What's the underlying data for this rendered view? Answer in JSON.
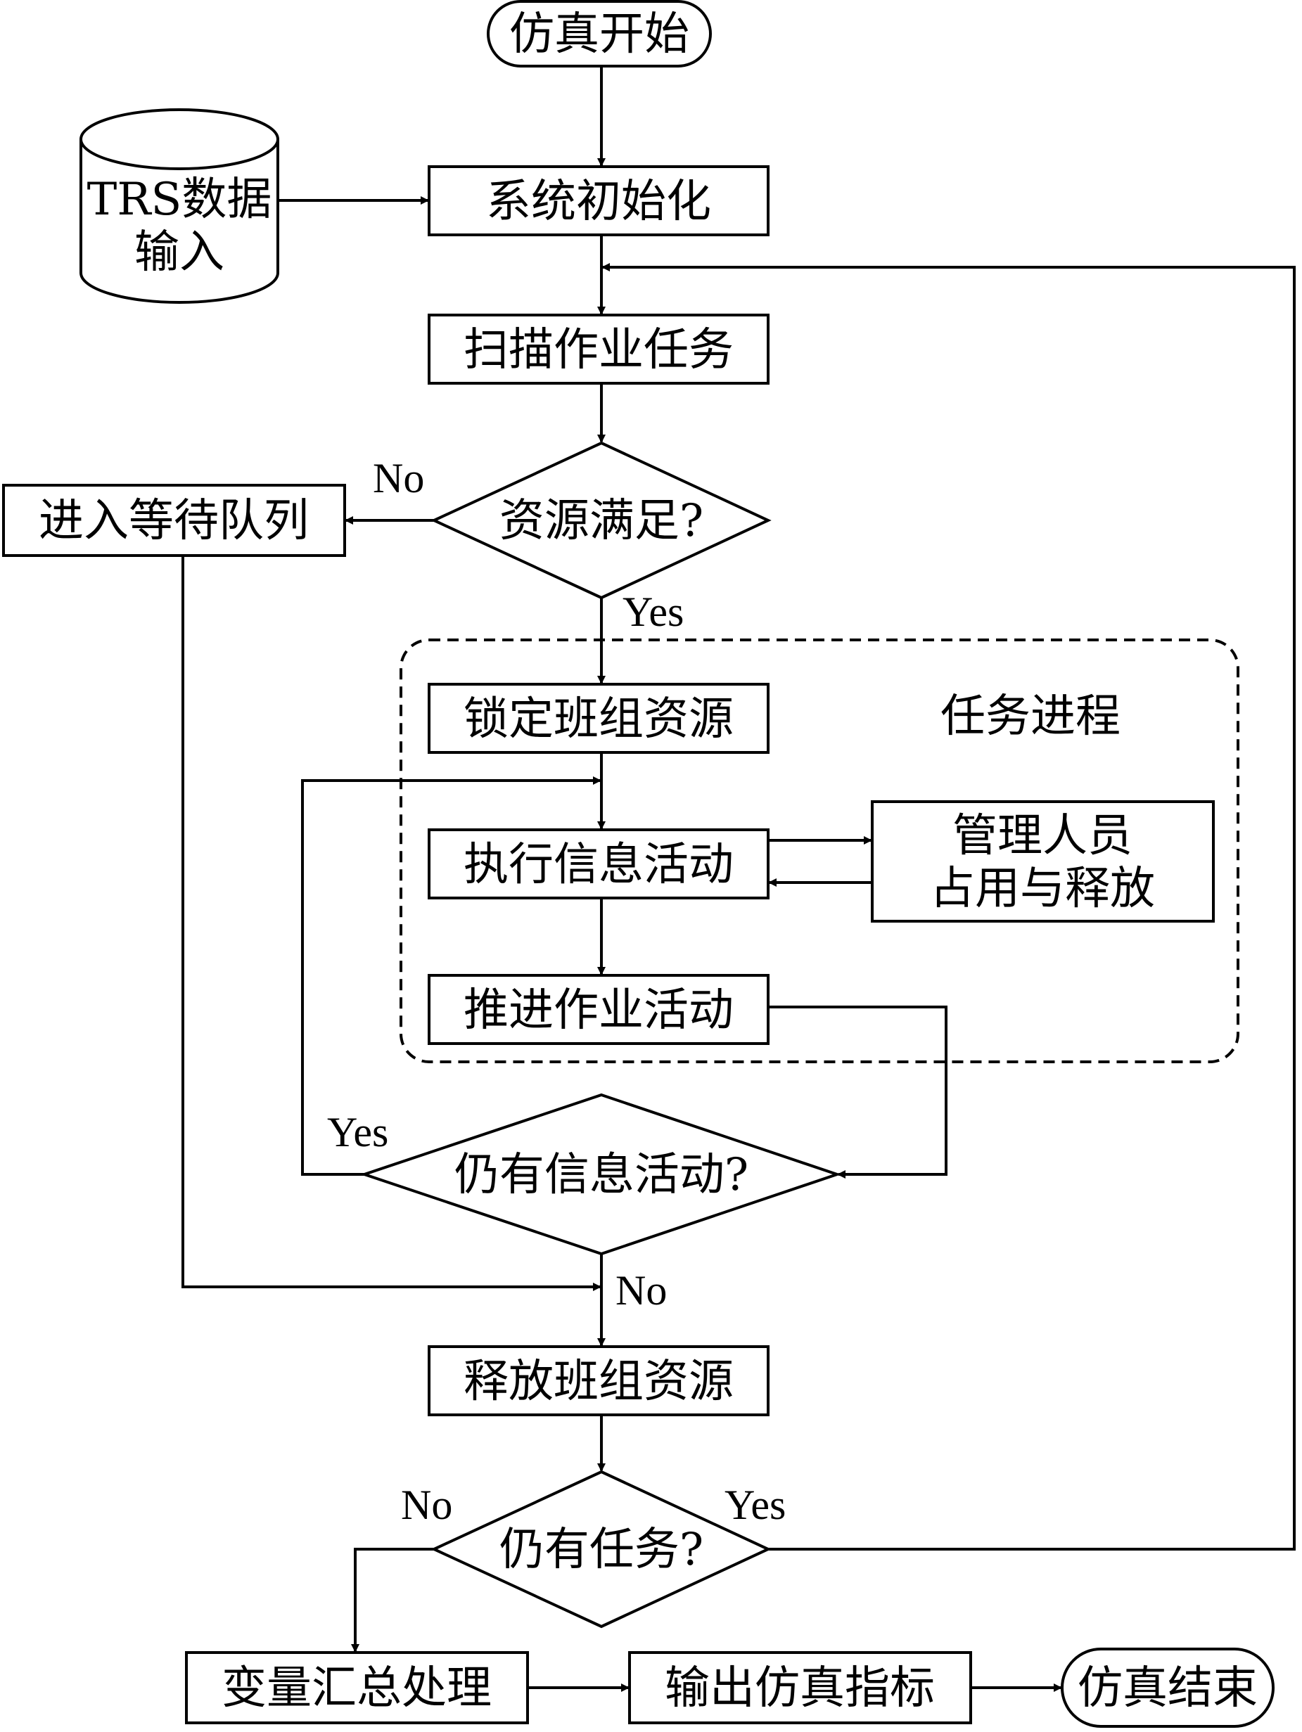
{
  "nodes": {
    "start": "仿真开始",
    "db_line1": "TRS数据",
    "db_line2": "输入",
    "init": "系统初始化",
    "scan": "扫描作业任务",
    "resource_check": "资源满足?",
    "wait_queue": "进入等待队列",
    "task_process": "任务进程",
    "lock": "锁定班组资源",
    "exec_info": "执行信息活动",
    "manager_line1": "管理人员",
    "manager_line2": "占用与释放",
    "advance": "推进作业活动",
    "info_check": "仍有信息活动?",
    "release": "释放班组资源",
    "task_check": "仍有任务?",
    "summary": "变量汇总处理",
    "output": "输出仿真指标",
    "end": "仿真结束"
  },
  "edge_labels": {
    "resource_no": "No",
    "resource_yes": "Yes",
    "info_yes": "Yes",
    "info_no": "No",
    "task_no": "No",
    "task_yes": "Yes"
  }
}
